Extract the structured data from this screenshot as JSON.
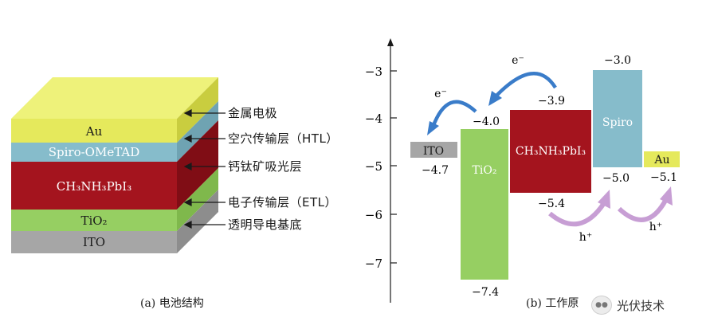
{
  "structure": {
    "layers": [
      {
        "id": "au",
        "label": "Au",
        "color": "#e5e95c"
      },
      {
        "id": "spiro",
        "label": "Spiro-OMeTAD",
        "color": "#86bccb"
      },
      {
        "id": "perovskite",
        "label": "CH₃NH₃PbI₃",
        "color": "#a4141e"
      },
      {
        "id": "tio2",
        "label": "TiO₂",
        "color": "#96cf62"
      },
      {
        "id": "ito",
        "label": "ITO",
        "color": "#a6a6a6"
      }
    ],
    "callouts": [
      "金属电极",
      "空穴传输层（HTL）",
      "钙钛矿吸光层",
      "电子传输层（ETL）",
      "透明导电基底"
    ],
    "caption": "(a) 电池结构"
  },
  "energy": {
    "axis_ticks": [
      "−3",
      "−4",
      "−5",
      "−6",
      "−7"
    ],
    "bands": [
      {
        "id": "ito",
        "label": "ITO",
        "level": "−4.7",
        "color": "#a6a6a6"
      },
      {
        "id": "tio2",
        "label": "TiO₂",
        "top": "−4.0",
        "bottom": "−7.4",
        "color": "#96cf62"
      },
      {
        "id": "perovskite",
        "label": "CH₃NH₃PbI₃",
        "top": "−3.9",
        "bottom": "−5.4",
        "color": "#a4141e"
      },
      {
        "id": "spiro",
        "label": "Spiro",
        "top": "−3.0",
        "bottom": "−5.0",
        "color": "#86bccb"
      },
      {
        "id": "au",
        "label": "Au",
        "level": "−5.1",
        "color": "#e5e95c"
      }
    ],
    "electron_labels": [
      "e⁻",
      "e⁻"
    ],
    "hole_labels": [
      "h⁺",
      "h⁺"
    ],
    "caption": "(b) 工作原"
  },
  "watermark": {
    "text": "光伏技术"
  },
  "colors": {
    "electron_arrow": "#3a7cc9",
    "hole_arrow": "#c79ed4"
  }
}
